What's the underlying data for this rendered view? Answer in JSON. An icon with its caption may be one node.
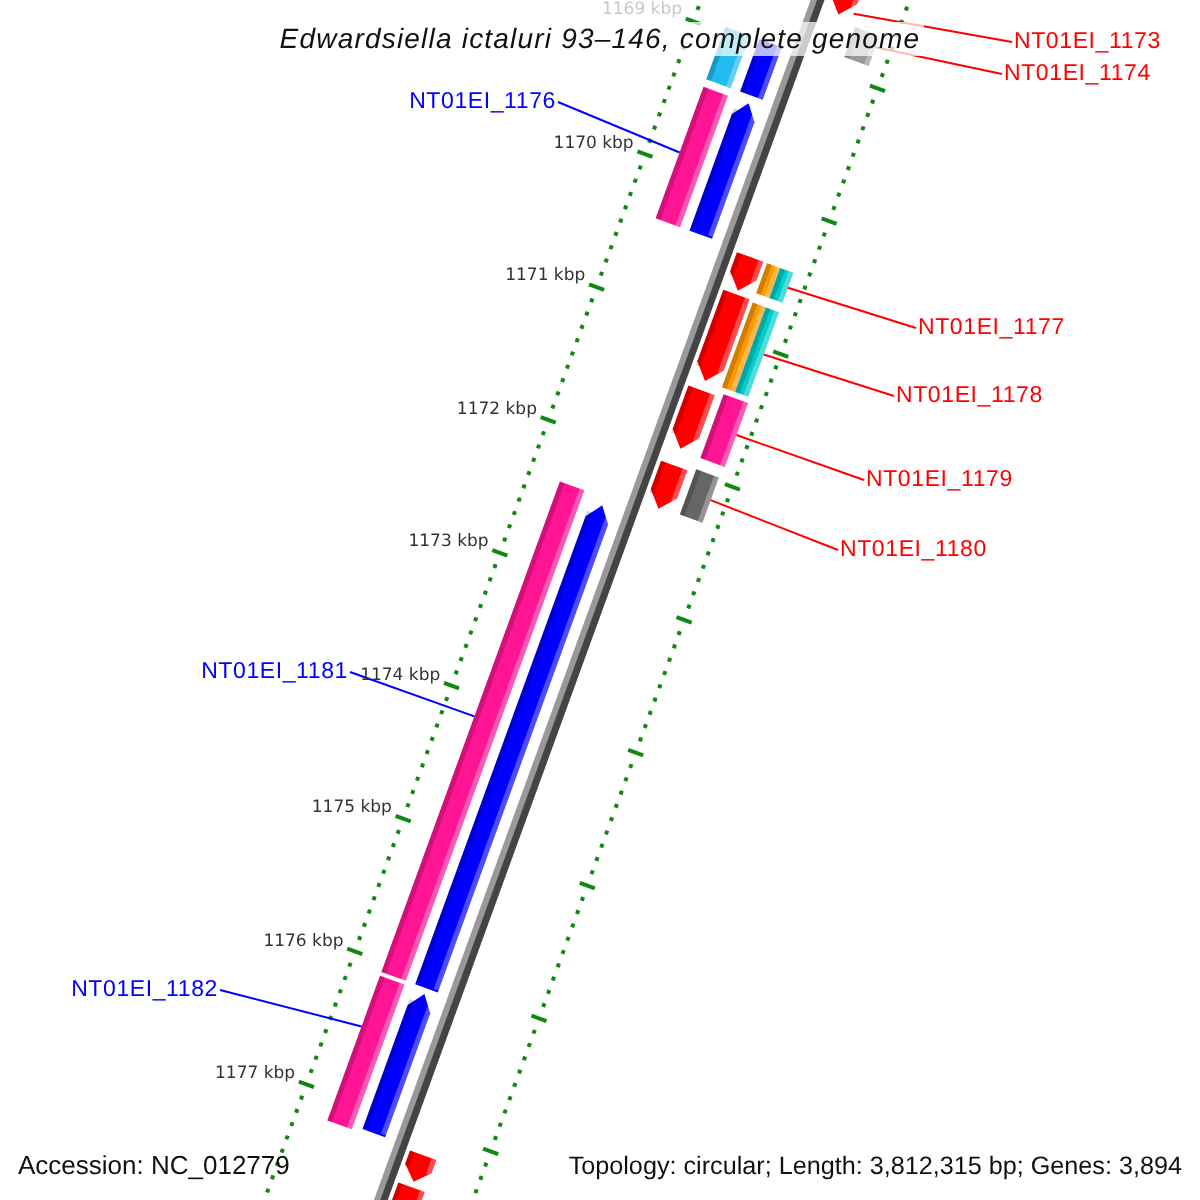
{
  "diagram": {
    "title": "Edwardsiella ictaluri 93–146, complete genome",
    "nodes": [
      {
        "text": [
          "NT01EI_1173"
        ]
      },
      {
        "text": [
          "NT01EI_1174"
        ]
      },
      {
        "text": [
          "NT01EI_1176"
        ]
      },
      {
        "text": [
          "NT01EI_1177"
        ]
      },
      {
        "text": [
          "NT01EI_1178"
        ]
      },
      {
        "text": [
          "NT01EI_1179"
        ]
      },
      {
        "text": [
          "NT01EI_1180"
        ]
      },
      {
        "text": [
          "NT01EI_1181"
        ]
      },
      {
        "text": [
          "NT01EI_1182"
        ]
      },
      {
        "text": [],
        "shape": "bar"
      },
      {
        "text": [],
        "shape": "bar"
      },
      {
        "text": [],
        "shape": "bar"
      },
      {
        "text": [],
        "shape": "bar"
      },
      {
        "text": [],
        "shape": "bar"
      },
      {
        "text": [],
        "shape": "bar"
      },
      {
        "text": [],
        "shape": "bar"
      },
      {
        "text": [],
        "shape": "bar"
      },
      {
        "text": [],
        "shape": "bar"
      },
      {
        "text": [],
        "shape": "bar"
      },
      {
        "text": [],
        "shape": "bar"
      },
      {
        "text": [],
        "shape": "bar"
      },
      {
        "text": [],
        "shape": "bar"
      },
      {
        "text": [],
        "shape": "bar"
      },
      {
        "text": [],
        "shape": "bar"
      },
      {
        "text": [],
        "shape": "bar"
      },
      {
        "text": [],
        "shape": "bar"
      },
      {
        "text": [],
        "shape": "bar"
      },
      {
        "text": [],
        "shape": "bar"
      },
      {
        "text": [],
        "shape": "bar"
      },
      {
        "text": [],
        "shape": "bar"
      },
      {
        "text": [],
        "shape": "bar"
      }
    ],
    "edges": [
      {
        "from": 0,
        "to": 9,
        "arrow": "none"
      },
      {
        "from": 1,
        "to": 10,
        "arrow": "none"
      },
      {
        "from": 2,
        "to": 13,
        "arrow": "none",
        "color": "#0000ff"
      },
      {
        "from": 3,
        "to": 17,
        "arrow": "none"
      },
      {
        "from": 4,
        "to": 20,
        "arrow": "none"
      },
      {
        "from": 5,
        "to": 22,
        "arrow": "none"
      },
      {
        "from": 6,
        "to": 24,
        "arrow": "none"
      },
      {
        "from": 7,
        "to": 25,
        "arrow": "none",
        "color": "#0000ff"
      },
      {
        "from": 8,
        "to": 27,
        "arrow": "none",
        "color": "#0000ff"
      }
    ],
    "labels": [
      "1169 kbp",
      "1170 kbp",
      "1171 kbp",
      "1172 kbp",
      "1173 kbp",
      "1174 kbp",
      "1175 kbp",
      "1176 kbp",
      "1177 kbp",
      "Accession: NC_012779",
      "Topology: circular; Length: 3,812,315 bp; Genes: 3,894"
    ]
  }
}
